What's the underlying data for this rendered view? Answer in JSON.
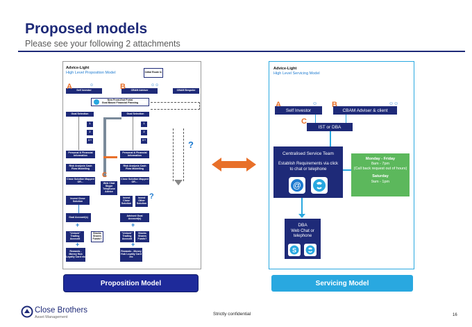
{
  "header": {
    "title": "Proposed models",
    "subtitle": "Please see your following 2 attachments"
  },
  "proposition": {
    "title": "Advice-Light",
    "subtitle": "High Level Proposition Model",
    "initial_route": "Initial Route In",
    "self_investor": "Self Investor",
    "cbam_adviser": "CBAM Adviser",
    "cbam_bespoke": "CBAM Bespoke",
    "portal": "New Front-End Portal\nGoal Based Financial Planning",
    "goal_selection": "Goal Selection",
    "goal_1": "1",
    "goal_2": "2",
    "goal_3": "3 +",
    "personal_info": "Personal & Financial Information",
    "risk_analysis": "Risk Analysis Cash Flow Modelling",
    "close_solution": "Close Solution Mapped OR…",
    "web_chat": "Web Chat Skype Telephone Advice",
    "invest_close": "Invest Close Solution",
    "invest_other": "Invest Other Solution",
    "goal_accounts": "Goal Account(s)",
    "advised_goal_accounts": "Advised Goal Account(s)",
    "unlock_trading": "\"Unlock\" Trading Account",
    "stocks_funds": "Stocks Shares Funds?",
    "rewards": "Rewards - Money Hub Loyalty Card etc",
    "letter_a": "A",
    "letter_b": "B",
    "letter_c": "C",
    "question_mark": "?",
    "plus": "+"
  },
  "servicing": {
    "title": "Advice-Light",
    "subtitle": "High Level Servicing Model",
    "self_investor": "Self Investor",
    "cbam_adviser_client": "CBAM Adviser & client",
    "ist_dba": "IST or DBA",
    "centralised_team": "Centralised Service Team",
    "establish": "Establish Requirements via click to chat or telephone",
    "hours_weekday": "Monday - Friday",
    "hours_weekday_time": "8am - 7pm",
    "hours_note": "(Call back request out of hours)",
    "hours_sat": "Saturday",
    "hours_sat_time": "9am - 1pm",
    "dba": "DBA",
    "dba_desc": "Web Chat or telephone",
    "letter_a": "A",
    "letter_b": "B",
    "letter_c": "C"
  },
  "buttons": {
    "proposition": "Proposition Model",
    "servicing": "Servicing Model"
  },
  "footer": {
    "brand": "Close Brothers",
    "brand_sub": "Asset Management",
    "confidential": "Strictly confidential",
    "page": "16"
  },
  "colors": {
    "navy": "#1e2a78",
    "light_blue": "#29a8e0",
    "orange": "#e8702a",
    "green": "#5cb85c"
  }
}
